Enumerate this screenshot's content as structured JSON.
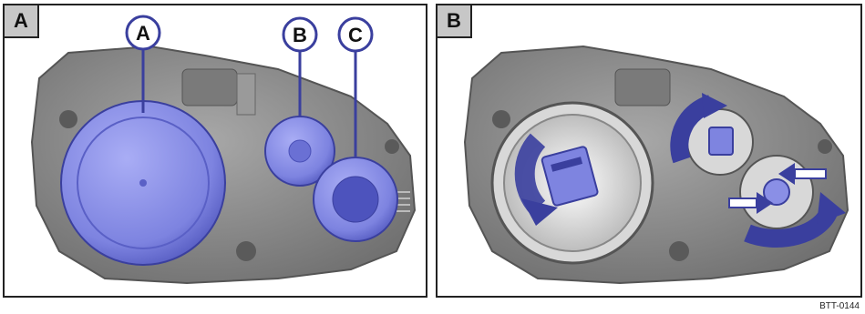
{
  "panels": [
    {
      "label": "A"
    },
    {
      "label": "B"
    }
  ],
  "callouts": [
    "A",
    "B",
    "C"
  ],
  "reference_code": "BTT-0144",
  "colors": {
    "highlight": "#8a8fe6",
    "highlight_dark": "#3a3f9e",
    "arrow_fill": "#6a72d8",
    "housing": "#8e8e8e"
  }
}
